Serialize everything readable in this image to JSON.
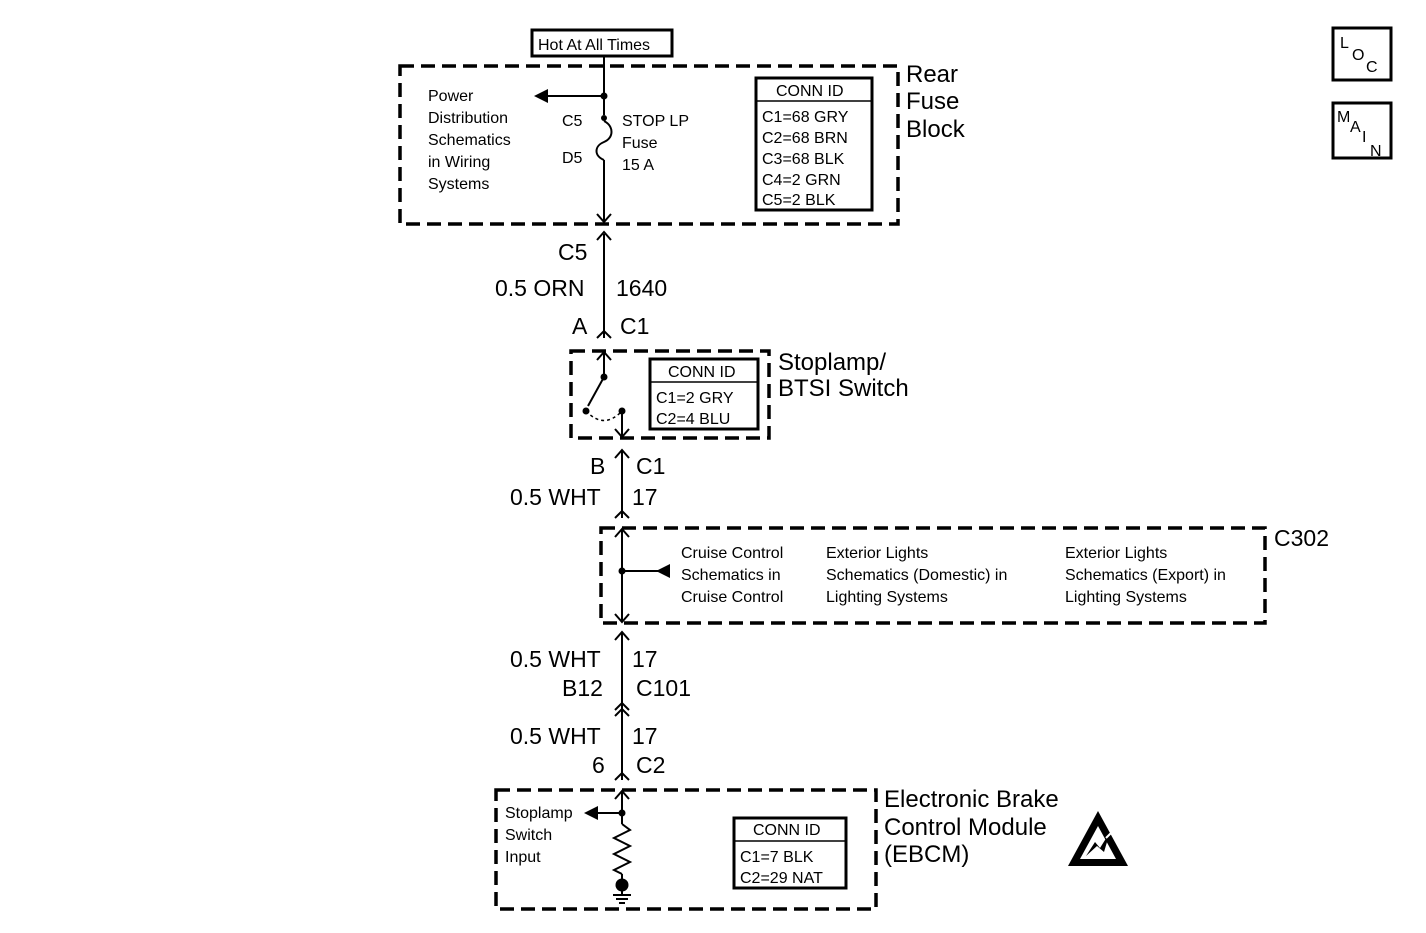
{
  "hot_label": "Hot At All Times",
  "loc_icon": {
    "l": "L",
    "o": "O",
    "c": "C"
  },
  "main_icon": {
    "m": "M",
    "a": "A",
    "i": "I",
    "n": "N"
  },
  "rear_fuse_block": {
    "title": [
      "Rear",
      "Fuse",
      "Block"
    ],
    "power_ref": [
      "Power",
      "Distribution",
      "Schematics",
      "in Wiring",
      "Systems"
    ],
    "pin_top": "C5",
    "pin_bottom": "D5",
    "fuse_label": [
      "STOP LP",
      "Fuse",
      "15 A"
    ],
    "conn_header": "CONN ID",
    "conn_rows": [
      "C1=68 GRY",
      "C2=68 BRN",
      "C3=68 BLK",
      "C4=2 GRN",
      "C5=2 BLK"
    ]
  },
  "wire1": {
    "pin_top": "C5",
    "gauge": "0.5 ORN",
    "circuit": "1640",
    "pin_bottom": "A",
    "conn_bottom": "C1"
  },
  "stoplamp_switch": {
    "title": [
      "Stoplamp/",
      "BTSI Switch"
    ],
    "conn_header": "CONN ID",
    "conn_rows": [
      "C1=2 GRY",
      "C2=4 BLU"
    ]
  },
  "wire2": {
    "pin": "B",
    "conn": "C1",
    "gauge": "0.5 WHT",
    "circuit": "17"
  },
  "c302": {
    "label": "C302",
    "refs": [
      [
        "Cruise Control",
        "Schematics in",
        "Cruise Control"
      ],
      [
        "Exterior Lights",
        "Schematics (Domestic) in",
        "Lighting Systems"
      ],
      [
        "Exterior Lights",
        "Schematics (Export) in",
        "Lighting Systems"
      ]
    ]
  },
  "wire3": {
    "gauge": "0.5 WHT",
    "circuit": "17",
    "pin": "B12",
    "conn": "C101"
  },
  "wire4": {
    "gauge": "0.5 WHT",
    "circuit": "17",
    "pin": "6",
    "conn": "C2"
  },
  "ebcm": {
    "title": [
      "Electronic Brake",
      "Control Module",
      "(EBCM)"
    ],
    "input_label": [
      "Stoplamp",
      "Switch",
      "Input"
    ],
    "conn_header": "CONN ID",
    "conn_rows": [
      "C1=7 BLK",
      "C2=29 NAT"
    ]
  },
  "icons": [
    "loc-icon",
    "main-icon",
    "esd-warning-icon",
    "ground-icon",
    "fuse-icon",
    "switch-icon",
    "resistor-icon"
  ]
}
